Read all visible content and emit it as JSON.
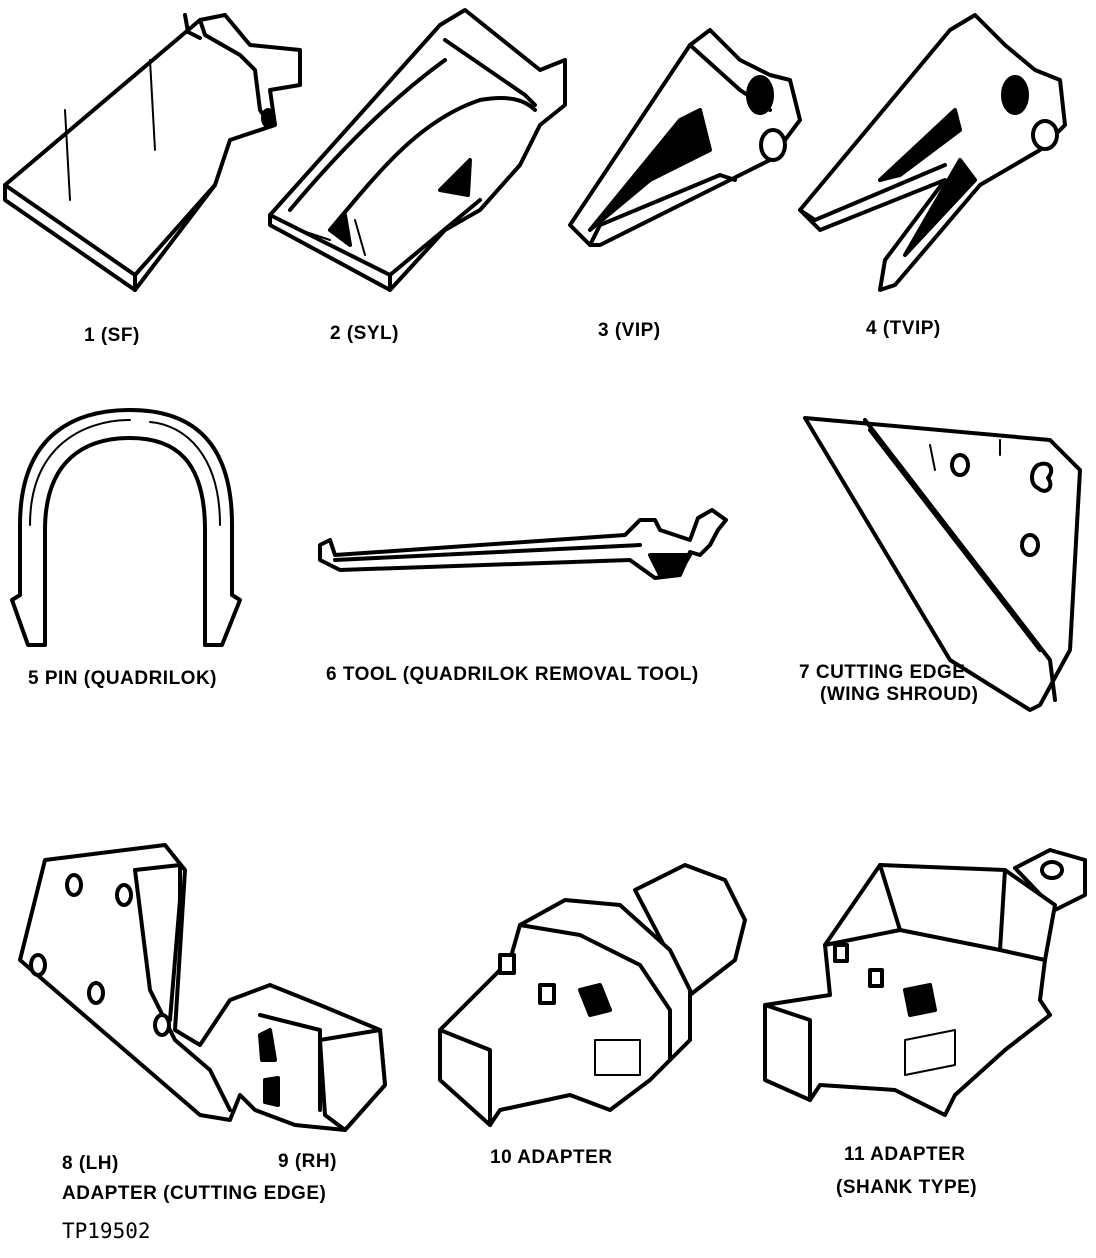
{
  "parts": [
    {
      "id": "sf",
      "icon": "tooth-sf-icon",
      "label": "1 (SF)"
    },
    {
      "id": "syl",
      "icon": "tooth-syl-icon",
      "label": "2 (SYL)"
    },
    {
      "id": "vip",
      "icon": "tooth-vip-icon",
      "label": "3 (VIP)"
    },
    {
      "id": "tvip",
      "icon": "tooth-tvip-icon",
      "label": "4 (TVIP)"
    },
    {
      "id": "pin",
      "icon": "quadrilok-pin-icon",
      "label": "5 PIN (QUADRILOK)"
    },
    {
      "id": "tool",
      "icon": "quadrilok-removal-tool-icon",
      "label": "6 TOOL (QUADRILOK REMOVAL TOOL)"
    },
    {
      "id": "cutting-edge",
      "icon": "wing-shroud-cutting-edge-icon",
      "label_line1": "7 CUTTING EDGE",
      "label_line2": "(WING SHROUD)"
    },
    {
      "id": "adapter-cutting-edge",
      "icon": "cutting-edge-adapter-icon",
      "label_lh": "8 (LH)",
      "label_rh": "9 (RH)",
      "label_caption": "ADAPTER (CUTTING EDGE)"
    },
    {
      "id": "adapter",
      "icon": "adapter-icon",
      "label": "10 ADAPTER"
    },
    {
      "id": "shank-adapter",
      "icon": "shank-type-adapter-icon",
      "label_line1": "11 ADAPTER",
      "label_line2": "(SHANK TYPE)"
    }
  ],
  "figure_code": "TP19502"
}
